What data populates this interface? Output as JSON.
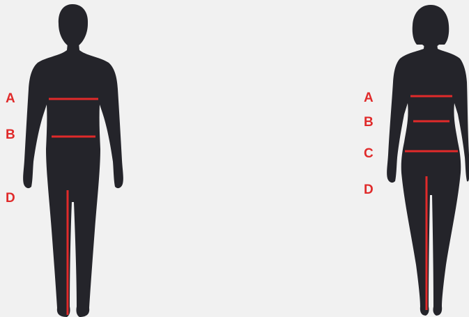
{
  "colors": {
    "background": "#f1f1f1",
    "silhouette": "#24242a",
    "measure_line": "#e02a2a",
    "label": "#e02a2a"
  },
  "male_figure": {
    "icon": "male-body-silhouette",
    "labels": [
      "A",
      "B",
      "D"
    ]
  },
  "female_figure": {
    "icon": "female-body-silhouette",
    "labels": [
      "A",
      "B",
      "C",
      "D"
    ]
  }
}
